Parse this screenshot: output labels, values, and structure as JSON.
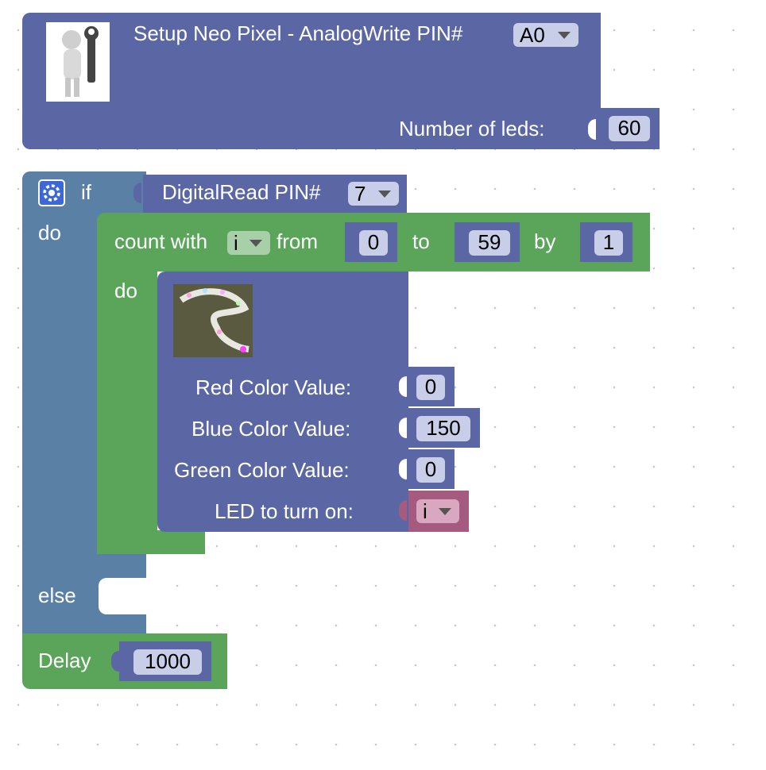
{
  "setup": {
    "title": "Setup Neo Pixel - AnalogWrite PIN#",
    "pin": "A0",
    "num_leds_label": "Number of leds:",
    "num_leds": "60"
  },
  "ifblock": {
    "if_label": "if",
    "do_label": "do",
    "else_label": "else",
    "condition_label": "DigitalRead PIN#",
    "condition_pin": "7"
  },
  "loop": {
    "count_with_label": "count with",
    "var": "i",
    "from_label": "from",
    "from_value": "0",
    "to_label": "to",
    "to_value": "59",
    "by_label": "by",
    "by_value": "1",
    "do_label": "do"
  },
  "neopixel": {
    "red_label": "Red Color Value:",
    "red_value": "0",
    "blue_label": "Blue Color Value:",
    "blue_value": "150",
    "green_label": "Green Color Value:",
    "green_value": "0",
    "led_label": "LED to turn on:",
    "led_var": "i"
  },
  "delay": {
    "label": "Delay",
    "value": "1000"
  },
  "colors": {
    "purple": "#5b67a5",
    "green": "#5ba55b",
    "steel": "#5b80a5",
    "pink": "#a55b80"
  }
}
